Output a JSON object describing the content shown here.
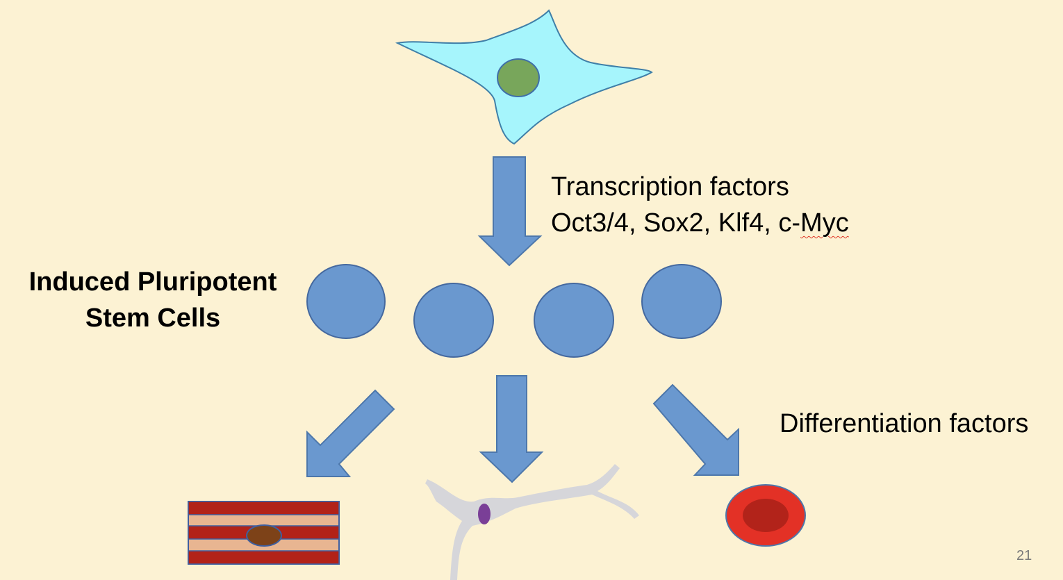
{
  "slide": {
    "background": "#fcf2d3",
    "accent_blue": "#6a98cf",
    "page_number": "21"
  },
  "labels": {
    "transcription_title": "Transcription factors",
    "transcription_list_prefix": "Oct3/4, Sox2, Klf4, c-",
    "transcription_list_flagged": "Myc",
    "ipsc_line1": "Induced Pluripotent",
    "ipsc_line2": "Stem Cells",
    "differentiation": "Differentiation factors"
  },
  "cells": {
    "fibroblast": {
      "body_color": "#a6f5fc",
      "nucleus_color": "#78a65b"
    },
    "stem_cell_count": 4,
    "muscle": {
      "dark_band": "#b22218",
      "light_band": "#e8b591",
      "nucleus_color": "#7d4218"
    },
    "neuron": {
      "body_color": "#d6d6da",
      "nucleus_color": "#7a3f97"
    },
    "red_blood_cell": {
      "outer_color": "#e33126",
      "inner_color": "#b2231a"
    }
  }
}
